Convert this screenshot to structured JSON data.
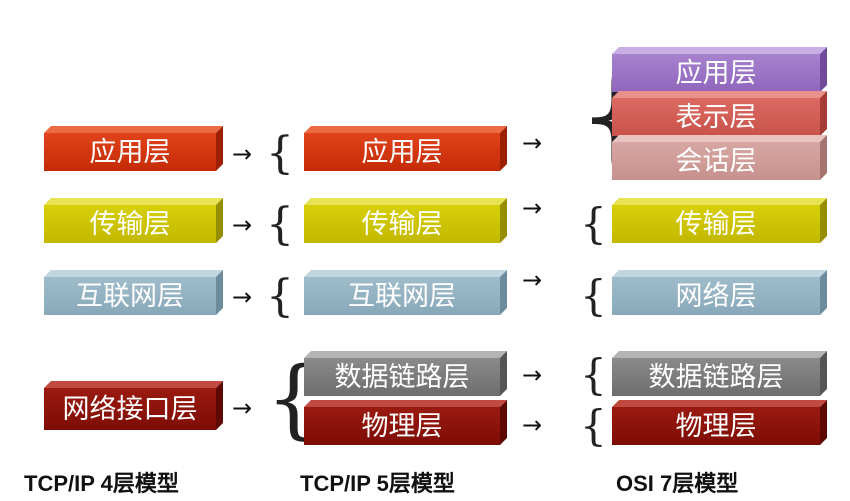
{
  "models": {
    "tcpip4": {
      "caption": "TCP/IP  4层模型",
      "layers": [
        "应用层",
        "传输层",
        "互联网层",
        "网络接口层"
      ]
    },
    "tcpip5": {
      "caption": "TCP/IP 5层模型",
      "layers": [
        "应用层",
        "传输层",
        "互联网层",
        "数据链路层",
        "物理层"
      ]
    },
    "osi7": {
      "caption": "OSI  7层模型",
      "layers": [
        "应用层",
        "表示层",
        "会话层",
        "传输层",
        "网络层",
        "数据链路层",
        "物理层"
      ]
    }
  },
  "colors": {
    "application": "#d8360f",
    "transport": "#cfc500",
    "internet": "#94b3c4",
    "datalink": "#7b7b7b",
    "physical": "#8e130a",
    "presentation": "#d05d55",
    "session": "#cf9c98",
    "osi_application": "#9b73c5"
  },
  "connectors": {
    "arrow": "→",
    "brace": "{"
  }
}
